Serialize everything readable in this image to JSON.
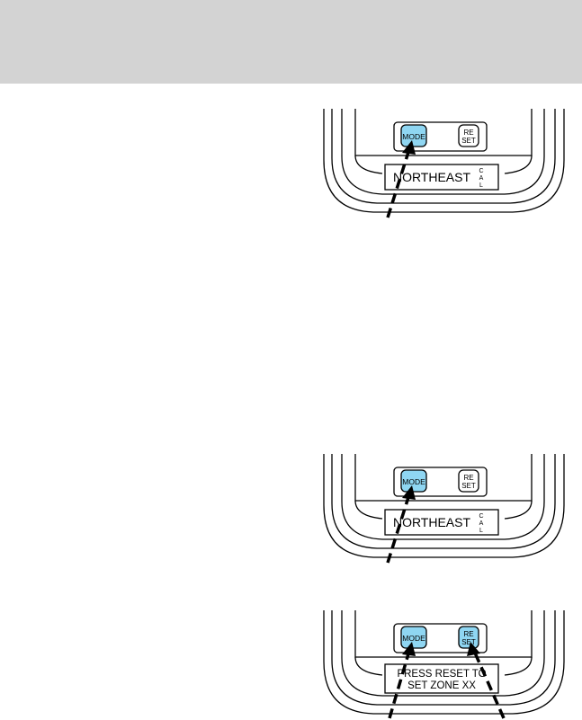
{
  "figures": [
    {
      "mode_label": "MODE",
      "reset_label_line1": "RE",
      "reset_label_line2": "SET",
      "display_text": "NORTHEAST",
      "display_line2": "",
      "cal_letters": [
        "C",
        "A",
        "L"
      ],
      "mode_color": "#8fd6f2",
      "reset_color": "#ffffff"
    },
    {
      "mode_label": "MODE",
      "reset_label_line1": "RE",
      "reset_label_line2": "SET",
      "display_text": "NORTHEAST",
      "display_line2": "",
      "cal_letters": [
        "C",
        "A",
        "L"
      ],
      "mode_color": "#8fd6f2",
      "reset_color": "#ffffff"
    },
    {
      "mode_label": "MODE",
      "reset_label_line1": "RE",
      "reset_label_line2": "SET",
      "display_text": "PRESS RESET TO",
      "display_line2": "SET ZONE XX",
      "cal_letters": [],
      "mode_color": "#8fd6f2",
      "reset_color": "#8fd6f2"
    }
  ]
}
